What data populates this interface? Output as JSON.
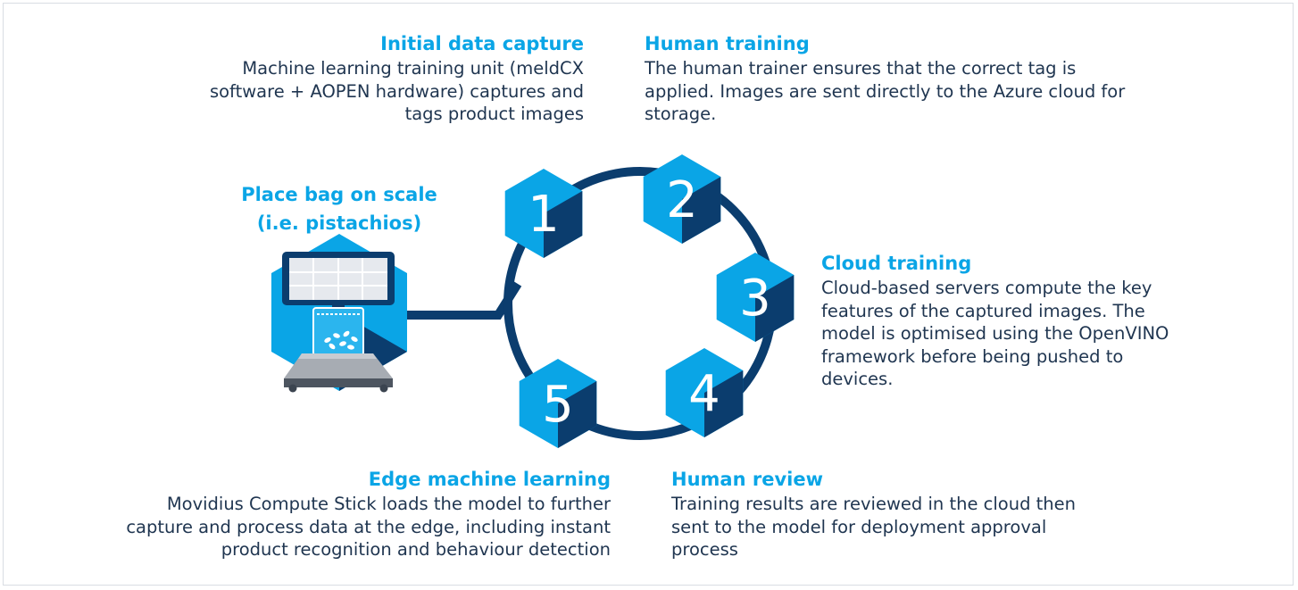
{
  "steps": [
    {
      "number": "1",
      "title": "Initial data capture",
      "body": "Machine learning training unit (meldCX software + AOPEN hardware) captures and tags product images"
    },
    {
      "number": "2",
      "title": "Human training",
      "body": "The human trainer ensures that the correct tag is applied. Images are sent directly to the Azure cloud for storage."
    },
    {
      "number": "3",
      "title": "Cloud training",
      "body": "Cloud-based servers compute the key features of the captured images. The model is optimised using the OpenVINO framework before being pushed to devices."
    },
    {
      "number": "4",
      "title": "Human review",
      "body": "Training results are reviewed in the cloud then sent to the model for deployment approval process"
    },
    {
      "number": "5",
      "title": "Edge machine learning",
      "body": "Movidius Compute Stick loads the model to further capture and process data at the edge, including instant product recognition and behaviour detection"
    }
  ],
  "scale": {
    "title_line1": "Place bag on scale",
    "title_line2": "(i.e. pistachios)"
  },
  "colors": {
    "accent": "#0aa5e6",
    "dark": "#0b3d6e",
    "text": "#1f3550",
    "light": "#e6e9ee"
  }
}
